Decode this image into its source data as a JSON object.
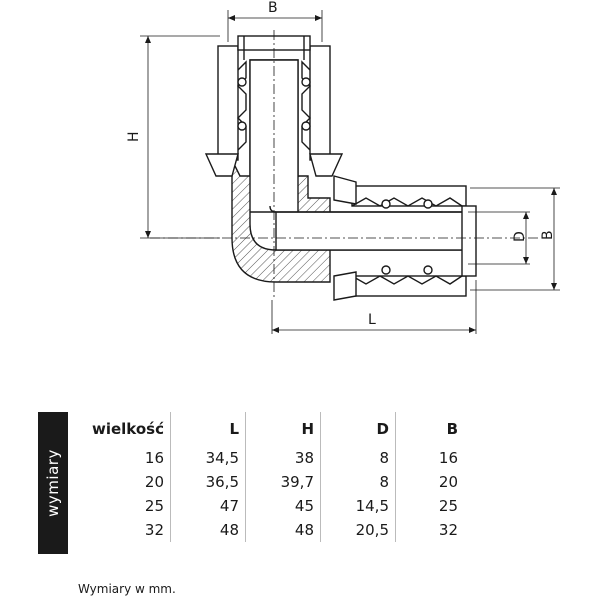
{
  "dimension_labels": {
    "top_B": "B",
    "H": "H",
    "D": "D",
    "right_B": "B",
    "L": "L"
  },
  "table": {
    "side_label": "wymiary",
    "headers": [
      "wielkość",
      "L",
      "H",
      "D",
      "B"
    ],
    "rows": [
      [
        "16",
        "34,5",
        "38",
        "8",
        "16"
      ],
      [
        "20",
        "36,5",
        "39,7",
        "8",
        "20"
      ],
      [
        "25",
        "47",
        "45",
        "14,5",
        "25"
      ],
      [
        "32",
        "48",
        "48",
        "20,5",
        "32"
      ]
    ]
  },
  "footnote": "Wymiary w mm.",
  "colors": {
    "line": "#1a1a1a",
    "hatch": "#555555"
  }
}
